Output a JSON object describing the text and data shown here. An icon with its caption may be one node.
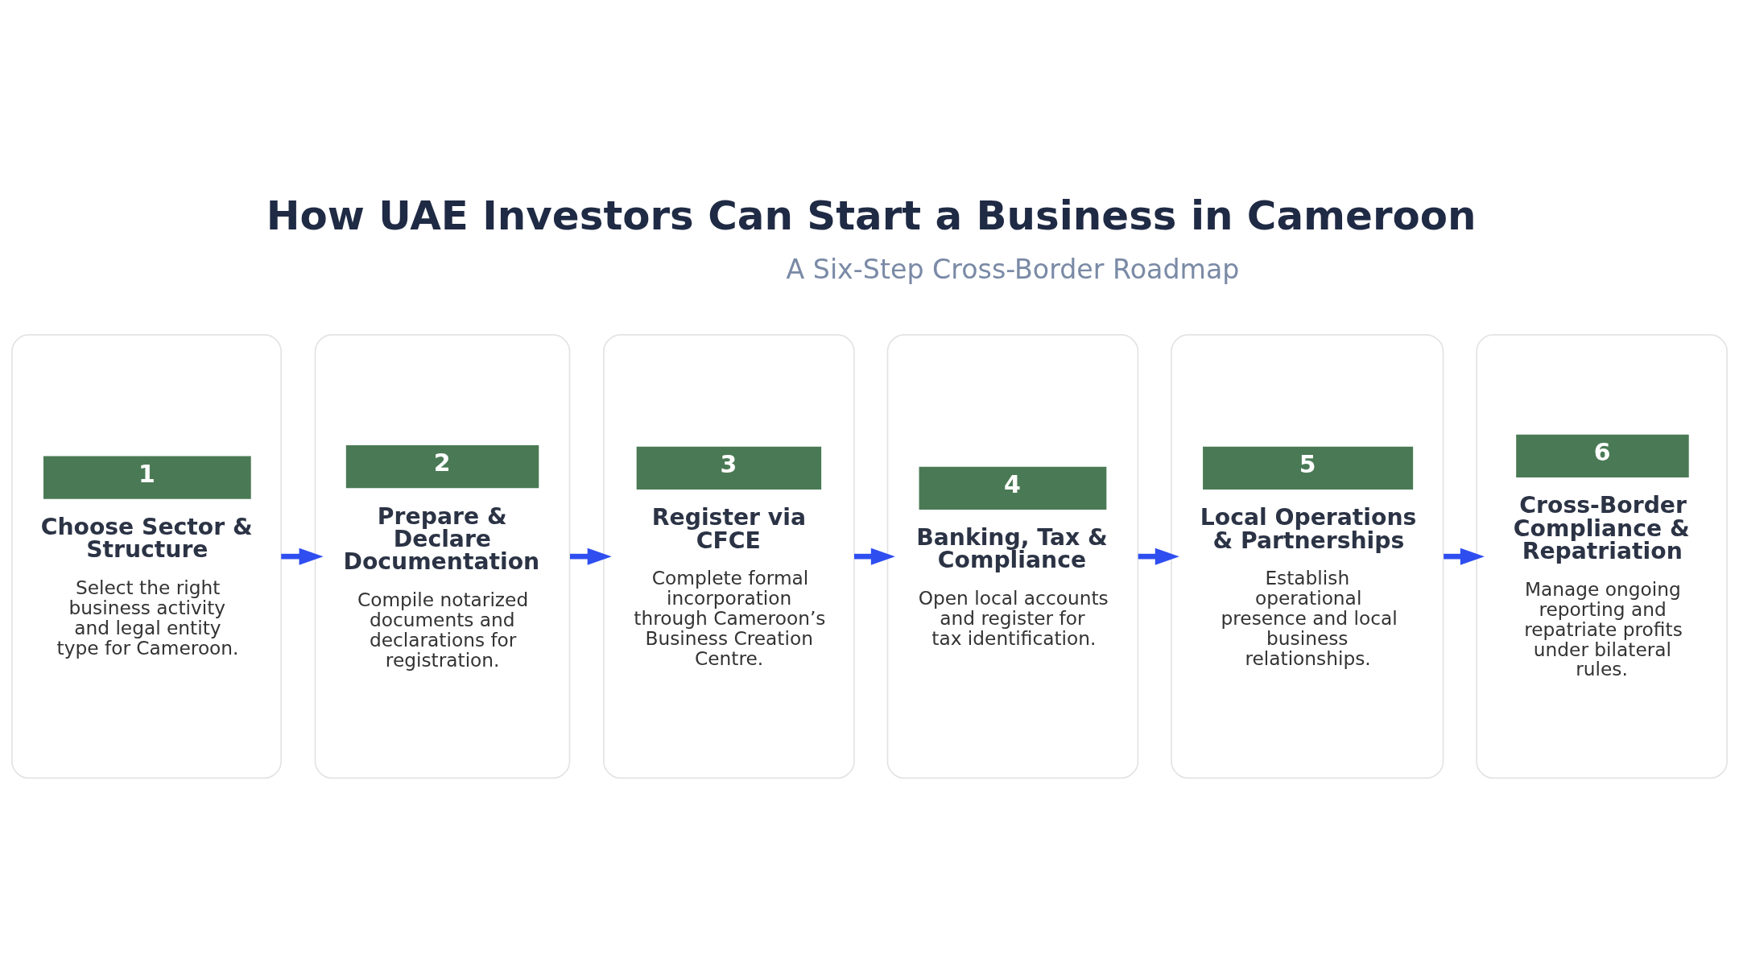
{
  "diagram": {
    "title": "How UAE Investors Can Start a Business in Cameroon",
    "nodes": [
      {
        "text": [
          "1",
          "Choose Sector & Structure",
          "Select the right business activity and legal entity type for Cameroon."
        ]
      },
      {
        "text": [
          "2",
          "Prepare & Declare Documentation",
          "Compile notarized documents and declarations for registration."
        ]
      },
      {
        "text": [
          "3",
          "Register via CFCE",
          "Complete formal incorporation through Cameroon’s Business Creation Centre."
        ]
      },
      {
        "text": [
          "4",
          "Banking, Tax & Compliance",
          "Open local accounts and register for tax identification."
        ]
      },
      {
        "text": [
          "5",
          "Local Operations & Partnerships",
          "Establish operational presence and local business relationships."
        ]
      },
      {
        "text": [
          "6",
          "Cross-Border Compliance & Repatriation",
          "Manage ongoing reporting and repatriate profits under bilateral rules."
        ]
      }
    ],
    "edges": [
      {
        "from": 0,
        "to": 1,
        "arrow": "to"
      },
      {
        "from": 1,
        "to": 2,
        "arrow": "to"
      },
      {
        "from": 2,
        "to": 3,
        "arrow": "to"
      },
      {
        "from": 3,
        "to": 4,
        "arrow": "to"
      },
      {
        "from": 4,
        "to": 5,
        "arrow": "to"
      }
    ],
    "labels": [
      "A Six-Step Cross-Border Roadmap"
    ]
  }
}
